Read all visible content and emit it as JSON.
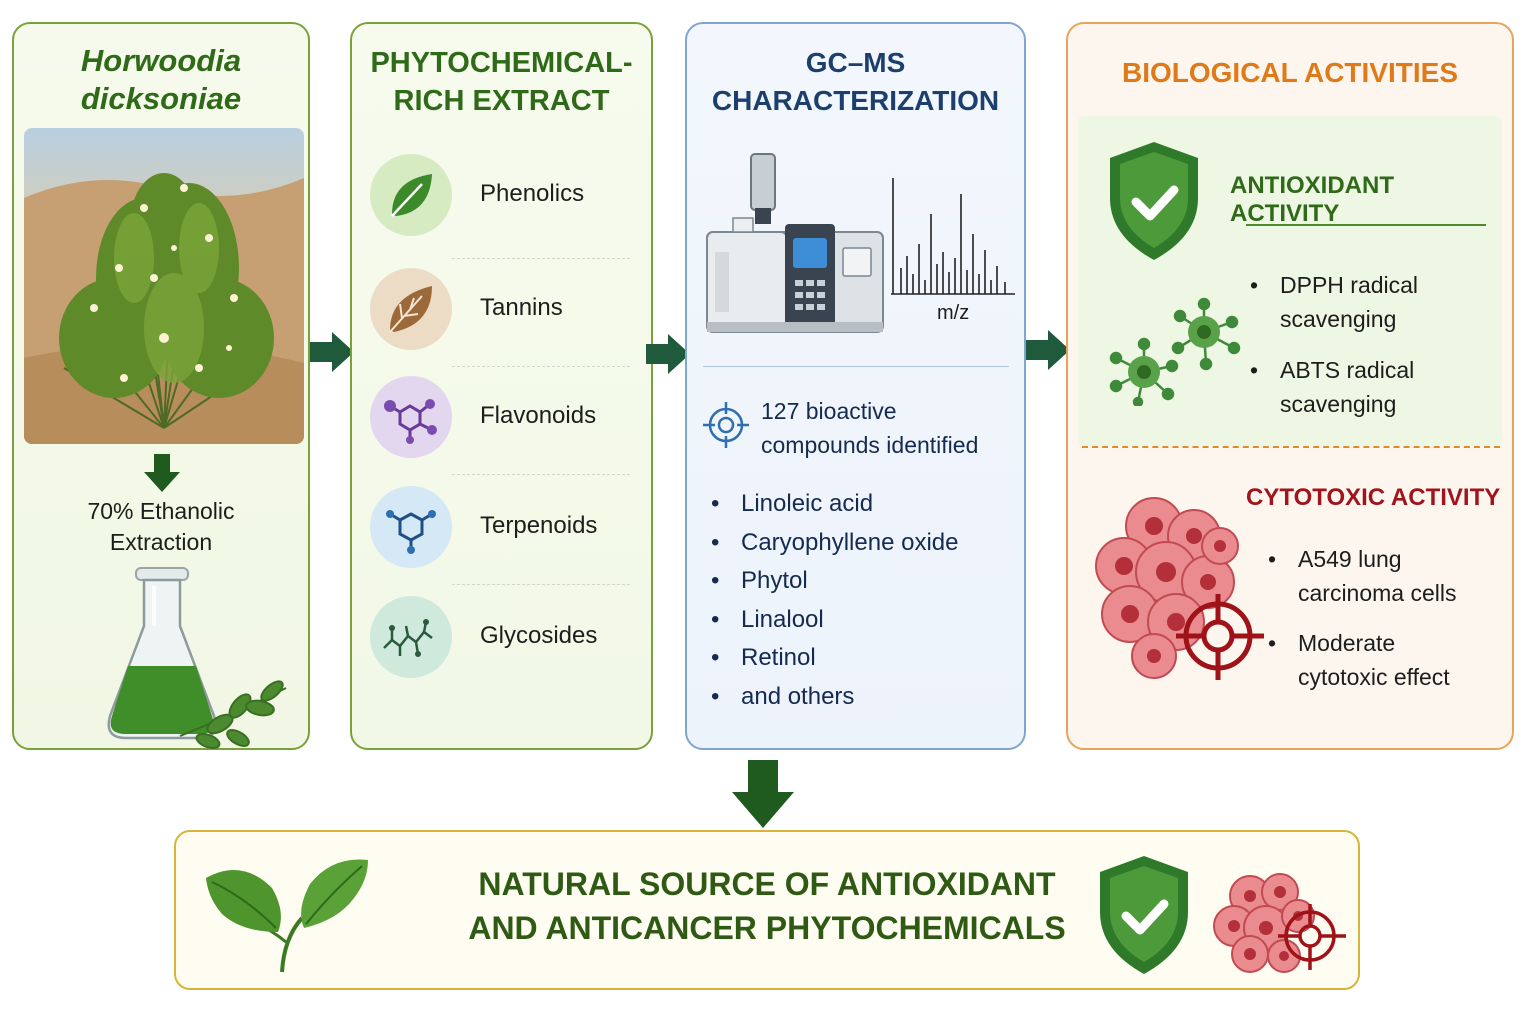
{
  "panel1": {
    "title_line1": "Horwoodia",
    "title_line2": "dicksoniae",
    "extraction_line1": "70% Ethanolic",
    "extraction_line2": "Extraction"
  },
  "panel2": {
    "title_line1": "PHYTOCHEMICAL-",
    "title_line2": "RICH EXTRACT",
    "compounds": [
      "Phenolics",
      "Tannins",
      "Flavonoids",
      "Terpenoids",
      "Glycosides"
    ]
  },
  "panel3": {
    "title_line1": "GC–MS",
    "title_line2": "CHARACTERIZATION",
    "spectrum_axis": "m/z",
    "identified_line1": "127 bioactive",
    "identified_line2": "compounds identified",
    "compounds": [
      "Linoleic acid",
      "Caryophyllene oxide",
      "Phytol",
      "Linalool",
      "Retinol",
      "and others"
    ]
  },
  "panel4": {
    "title": "BIOLOGICAL ACTIVITIES",
    "antioxidant": {
      "title": "ANTIOXIDANT ACTIVITY",
      "item1_line1": "DPPH radical",
      "item1_line2": "scavenging",
      "item2_line1": "ABTS radical",
      "item2_line2": "scavenging"
    },
    "cytotoxic": {
      "title": "CYTOTOXIC ACTIVITY",
      "item1_line1": "A549 lung",
      "item1_line2": "carcinoma cells",
      "item2_line1": "Moderate",
      "item2_line2": "cytotoxic effect"
    }
  },
  "conclusion": {
    "line1": "NATURAL SOURCE OF ANTIOXIDANT",
    "line2": "AND ANTICANCER PHYTOCHEMICALS"
  },
  "colors": {
    "green_dark": "#2e6a18",
    "navy": "#1c3f6e",
    "orange": "#e07a18",
    "red_dark": "#a0141e",
    "arrow": "#1f5a3c"
  },
  "icons": [
    "leaf-icon",
    "tannin-leaf-icon",
    "flavonoid-molecule-icon",
    "terpenoid-molecule-icon",
    "glycoside-molecule-icon",
    "gc-ms-instrument-icon",
    "mass-spectrum-icon",
    "target-icon",
    "shield-check-icon",
    "free-radical-icon",
    "cancer-cells-icon",
    "crosshair-icon",
    "seedling-icon",
    "flask-icon"
  ]
}
